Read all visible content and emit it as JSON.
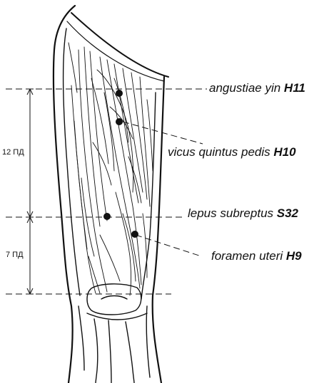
{
  "points": [
    {
      "name": "angustiae yin",
      "code": "H11"
    },
    {
      "name": "vicus quintus pedis",
      "code": "H10"
    },
    {
      "name": "lepus subreptus",
      "code": "S32"
    },
    {
      "name": "foramen uteri",
      "code": "H9"
    }
  ],
  "measurements": [
    {
      "label": "12 ПД"
    },
    {
      "label": "7 ПД"
    }
  ],
  "colors": {
    "ink": "#111111",
    "paper": "#ffffff"
  }
}
